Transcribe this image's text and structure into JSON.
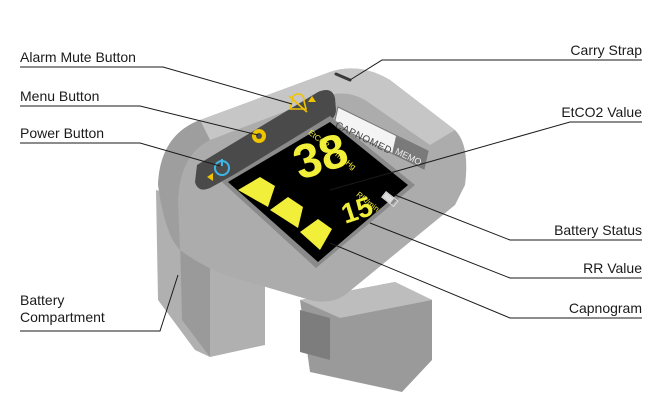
{
  "labels": {
    "alarm_mute": "Alarm Mute Button",
    "menu": "Menu Button",
    "power": "Power Button",
    "battery_compartment_line1": "Battery",
    "battery_compartment_line2": "Compartment",
    "carry_strap": "Carry Strap",
    "etco2_value": "EtCO2 Value",
    "battery_status": "Battery Status",
    "rr_value": "RR Value",
    "capnogram": "Capnogram"
  },
  "device": {
    "brand": "CAPNOMED",
    "memo": "MEMO",
    "screen": {
      "etco2_label": "EtCO2",
      "etco2_unit": "mmHg",
      "etco2_value": "38",
      "rr_label": "RR/min",
      "rr_value": "15"
    }
  },
  "colors": {
    "body": "#a9a9a9",
    "body_dark": "#8c8c8c",
    "screen": "#000000",
    "waveform": "#f2ef3a",
    "button_icon": "#f0c400",
    "power_icon": "#3fb6e8"
  }
}
